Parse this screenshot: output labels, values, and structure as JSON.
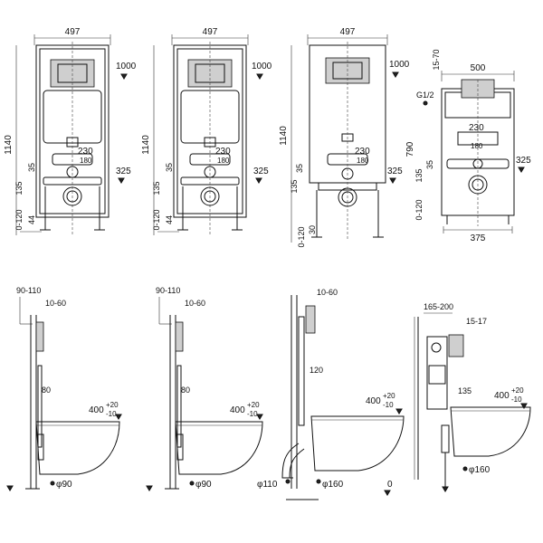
{
  "front_views": [
    {
      "width": "497",
      "heights": {
        "top": "1000",
        "total": "1140",
        "seat": "325",
        "pipe_a": "230",
        "pipe_b": "180",
        "mid": "35",
        "low": "135",
        "foot": "0-120",
        "base": "44"
      }
    },
    {
      "width": "497",
      "heights": {
        "top": "1000",
        "total": "1140",
        "seat": "325",
        "pipe_a": "230",
        "pipe_b": "180",
        "mid": "35",
        "low": "135",
        "foot": "0-120",
        "base": "44"
      }
    },
    {
      "width": "497",
      "heights": {
        "top": "1000",
        "total": "1140",
        "seat": "325",
        "pipe_a": "230",
        "pipe_b": "180",
        "mid": "35",
        "low": "135",
        "foot": "0-120",
        "base": "30"
      }
    },
    {
      "width_top": "500",
      "width_bottom": "375",
      "heights": {
        "top": "15-70",
        "total": "790",
        "seat": "325",
        "pipe_a": "230",
        "pipe_b": "180",
        "mid": "35",
        "low": "135",
        "foot": "0-120",
        "inlet": "G1/2"
      }
    }
  ],
  "side_views": [
    {
      "depth": "90-110",
      "offset": "10-60",
      "height": "80",
      "bowl": "400",
      "tol_plus": "+20",
      "tol_minus": "-10",
      "pipe": "φ90"
    },
    {
      "depth": "90-110",
      "offset": "10-60",
      "height": "80",
      "bowl": "400",
      "tol_plus": "+20",
      "tol_minus": "-10",
      "pipe": "φ90"
    },
    {
      "offset": "10-60",
      "height": "120",
      "bowl": "400",
      "tol_plus": "+20",
      "tol_minus": "-10",
      "pipe_small": "φ110",
      "pipe": "φ160",
      "zero": "0"
    },
    {
      "depth": "165-200",
      "offset": "15-17",
      "height": "135",
      "bowl": "400",
      "tol_plus": "+20",
      "tol_minus": "-10",
      "pipe": "φ160"
    }
  ]
}
